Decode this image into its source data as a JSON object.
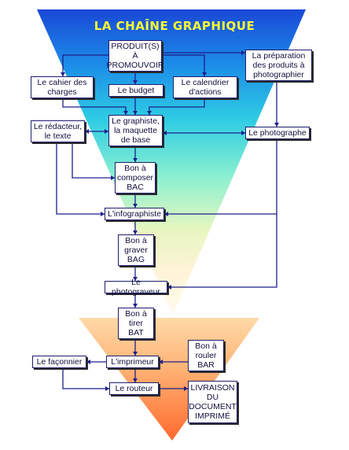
{
  "title": "LA CHAÎNE GRAPHIQUE",
  "nodes": {
    "produit": "PRODUIT(S)\nÀ\nPROMOUVOIR",
    "preparation": "La préparation\ndes produits à\nphotographier",
    "cahier": "Le cahier des\ncharges",
    "budget": "Le budget",
    "calendrier": "Le calendrier\nd'actions",
    "redacteur": "Le rédacteur,\nle texte",
    "graphiste": "Le graphiste,\nla maquette\nde base",
    "photographe": "Le photographe",
    "bac": "Bon à\ncomposer\nBAC",
    "infographiste": "L'infographiste",
    "bag": "Bon à\ngraver\nBAG",
    "photograveur": "Le photograveur",
    "bat": "Bon à\ntirer\nBAT",
    "imprimeur": "L'imprimeur",
    "bar": "Bon à\nrouler\nBAR",
    "faconnier": "Le façonnier",
    "routeur": "Le routeur",
    "livraison": "LIVRAISON\nDU\nDOCUMENT\nIMPRIMÉ"
  },
  "colors": {
    "title": "#ffff33",
    "line": "#1e1e8c",
    "top_funnel": "#1a4fd8",
    "bottom_funnel": "#ff7a3c"
  }
}
